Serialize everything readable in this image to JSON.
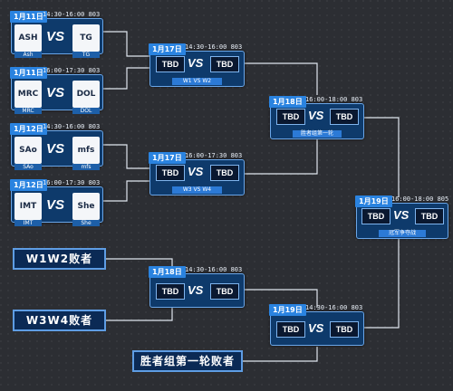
{
  "round1": [
    {
      "date": "1月11日",
      "time": "14:30-16:00  803",
      "team_a": {
        "logo": "ASH",
        "name": "Ash"
      },
      "team_b": {
        "logo": "TG",
        "name": "TG"
      }
    },
    {
      "date": "1月11日",
      "time": "16:00-17:30  803",
      "team_a": {
        "logo": "MRC",
        "name": "MRC"
      },
      "team_b": {
        "logo": "DOL",
        "name": "DOL"
      }
    },
    {
      "date": "1月12日",
      "time": "14:30-16:00  803",
      "team_a": {
        "logo": "SAo",
        "name": "SAo"
      },
      "team_b": {
        "logo": "mfs",
        "name": "mfs"
      }
    },
    {
      "date": "1月12日",
      "time": "16:00-17:30  803",
      "team_a": {
        "logo": "IMT",
        "name": "IMT"
      },
      "team_b": {
        "logo": "She",
        "name": "She"
      }
    }
  ],
  "round2": [
    {
      "date": "1月17日",
      "time": "14:30-16:00  803",
      "a": "TBD",
      "b": "TBD",
      "caption": "W1 VS W2"
    },
    {
      "date": "1月17日",
      "time": "16:00-17:30  803",
      "a": "TBD",
      "b": "TBD",
      "caption": "W3 VS W4"
    }
  ],
  "winners_final": {
    "date": "1月18日",
    "time": "16:00-18:00  803",
    "a": "TBD",
    "b": "TBD",
    "caption": "胜者组第一轮"
  },
  "grand_final": {
    "date": "1月19日",
    "time": "16:00-18:00  805",
    "a": "TBD",
    "b": "TBD",
    "caption": "冠军争夺战"
  },
  "losers_r1": {
    "date": "1月18日",
    "time": "14:30-16:00  803",
    "a": "TBD",
    "b": "TBD"
  },
  "losers_r2": {
    "date": "1月19日",
    "time": "14:30-16:00  803",
    "a": "TBD",
    "b": "TBD"
  },
  "loser_labels": {
    "w1w2": "W1W2败者",
    "w3w4": "W3W4败者",
    "winners_r1": "胜者组第一轮败者"
  },
  "vs_text": "VS"
}
